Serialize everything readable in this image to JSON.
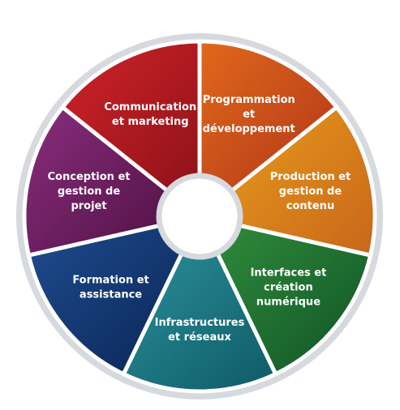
{
  "wheel": {
    "segments": [
      {
        "id": "programmation",
        "lines": [
          "Programmation",
          "et",
          "développement"
        ],
        "color_light": "#e0691a",
        "color_dark": "#b2341a"
      },
      {
        "id": "production",
        "lines": [
          "Production et",
          "gestion de",
          "contenu"
        ],
        "color_light": "#e79a1c",
        "color_dark": "#c8661a"
      },
      {
        "id": "interfaces",
        "lines": [
          "Interfaces et",
          "création",
          "numérique"
        ],
        "color_light": "#2f8a3a",
        "color_dark": "#0f5326"
      },
      {
        "id": "infrastructures",
        "lines": [
          "Infrastructures",
          "et réseaux"
        ],
        "color_light": "#2a8f99",
        "color_dark": "#0e5a66"
      },
      {
        "id": "formation",
        "lines": [
          "Formation et",
          "assistance"
        ],
        "color_light": "#1f4c8f",
        "color_dark": "#0a2556"
      },
      {
        "id": "conception",
        "lines": [
          "Conception et",
          "gestion de",
          "projet"
        ],
        "color_light": "#8a2d7e",
        "color_dark": "#511244"
      },
      {
        "id": "communication",
        "lines": [
          "Communication",
          "et marketing"
        ],
        "color_light": "#d1232a",
        "color_dark": "#8e1218"
      }
    ],
    "ring_color": "#d6d9de",
    "divider_color": "#ffffff"
  }
}
